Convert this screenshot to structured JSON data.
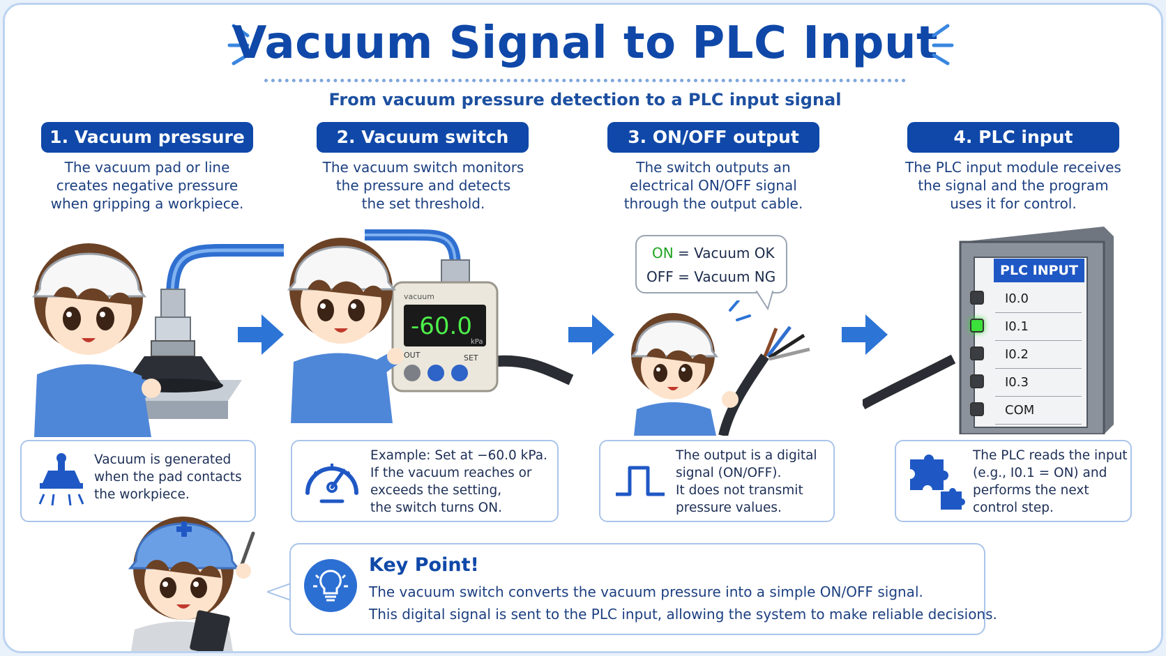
{
  "title": "Vacuum Signal to PLC Input",
  "subtitle": "From vacuum pressure detection to a PLC input signal",
  "steps": [
    {
      "label": "1.  Vacuum pressure",
      "desc": [
        "The vacuum pad or line",
        "creates negative pressure",
        "when gripping a workpiece."
      ]
    },
    {
      "label": "2.  Vacuum switch",
      "desc": [
        "The vacuum switch monitors",
        "the pressure and detects",
        "the set threshold."
      ]
    },
    {
      "label": "3.  ON/OFF output",
      "desc": [
        "The switch outputs an",
        "electrical ON/OFF signal",
        "through the output cable."
      ]
    },
    {
      "label": "4.  PLC input",
      "desc": [
        "The PLC input module receives",
        "the signal and the program",
        "uses it for control."
      ]
    }
  ],
  "switch_display": {
    "brand": "vacuum",
    "reading": "-60.0",
    "unit": "kPa",
    "out_label": "OUT",
    "set_label": "SET"
  },
  "speech": {
    "on_word": "ON",
    "on_rest": " = Vacuum OK",
    "off_line": "OFF = Vacuum NG"
  },
  "plc": {
    "header": "PLC INPUT",
    "inputs": [
      {
        "label": "I0.0",
        "led_on": false
      },
      {
        "label": "I0.1",
        "led_on": true
      },
      {
        "label": "I0.2",
        "led_on": false
      },
      {
        "label": "I0.3",
        "led_on": false
      },
      {
        "label": "COM",
        "led_on": false
      }
    ]
  },
  "info_boxes": [
    {
      "icon": "suction-cup-icon",
      "lines": [
        "Vacuum is generated",
        "when the pad contacts",
        "the workpiece."
      ]
    },
    {
      "icon": "gauge-icon",
      "lines": [
        "Example: Set at −60.0 kPa.",
        "If the vacuum reaches or",
        "exceeds the setting,",
        "the switch turns ON."
      ]
    },
    {
      "icon": "square-wave-icon",
      "lines": [
        "The output is a digital",
        "signal (ON/OFF).",
        "It does not transmit",
        "pressure values."
      ]
    },
    {
      "icon": "puzzle-icon",
      "lines": [
        "The PLC reads the input",
        "(e.g., I0.1 = ON) and",
        "performs the next",
        "control step."
      ]
    }
  ],
  "key_point": {
    "title": "Key Point!",
    "line1": "The vacuum switch converts the vacuum pressure into a simple ON/OFF signal.",
    "line2": "This digital signal is sent to the PLC input, allowing the system to make reliable decisions."
  },
  "colors": {
    "brand_blue": "#0f48a8",
    "accent_blue": "#2c74d6",
    "led_green": "#3be03a",
    "on_green": "#1fa31f"
  }
}
